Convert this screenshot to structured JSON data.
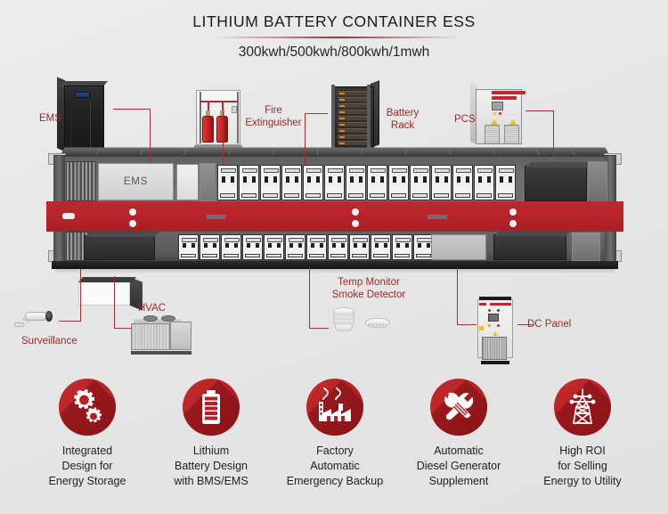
{
  "header": {
    "title": "LITHIUM BATTERY CONTAINER ESS",
    "subtitle": "300kwh/500kwh/800kwh/1mwh"
  },
  "colors": {
    "accent_red": "#c1272d",
    "label_red": "#9e2a2b",
    "background": "#e8e8e8",
    "container_body": "#6a6c6e"
  },
  "callouts": [
    {
      "id": "ems",
      "label": "EMS"
    },
    {
      "id": "fire-extinguisher",
      "label": "Fire\nExtinguisher"
    },
    {
      "id": "battery-rack",
      "label": "Battery\nRack"
    },
    {
      "id": "pcs",
      "label": "PCS"
    },
    {
      "id": "surveillance",
      "label": "Surveillance"
    },
    {
      "id": "hvac",
      "label": "HVAC"
    },
    {
      "id": "temp-monitor",
      "label": "Temp Monitor\nSmoke Detector"
    },
    {
      "id": "dc-panel",
      "label": "DC Panel"
    }
  ],
  "container": {
    "ems_plate_label": "EMS"
  },
  "features": [
    {
      "icon": "gears-icon",
      "label": "Integrated\nDesign for\nEnergy Storage"
    },
    {
      "icon": "battery-icon",
      "label": "Lithium\nBattery Design\nwith BMS/EMS"
    },
    {
      "icon": "factory-icon",
      "label": "Factory\nAutomatic\nEmergency Backup"
    },
    {
      "icon": "tools-icon",
      "label": "Automatic\nDiesel Generator\nSupplement"
    },
    {
      "icon": "power-tower-icon",
      "label": "High ROI\nfor Selling\nEnergy to Utility"
    }
  ]
}
